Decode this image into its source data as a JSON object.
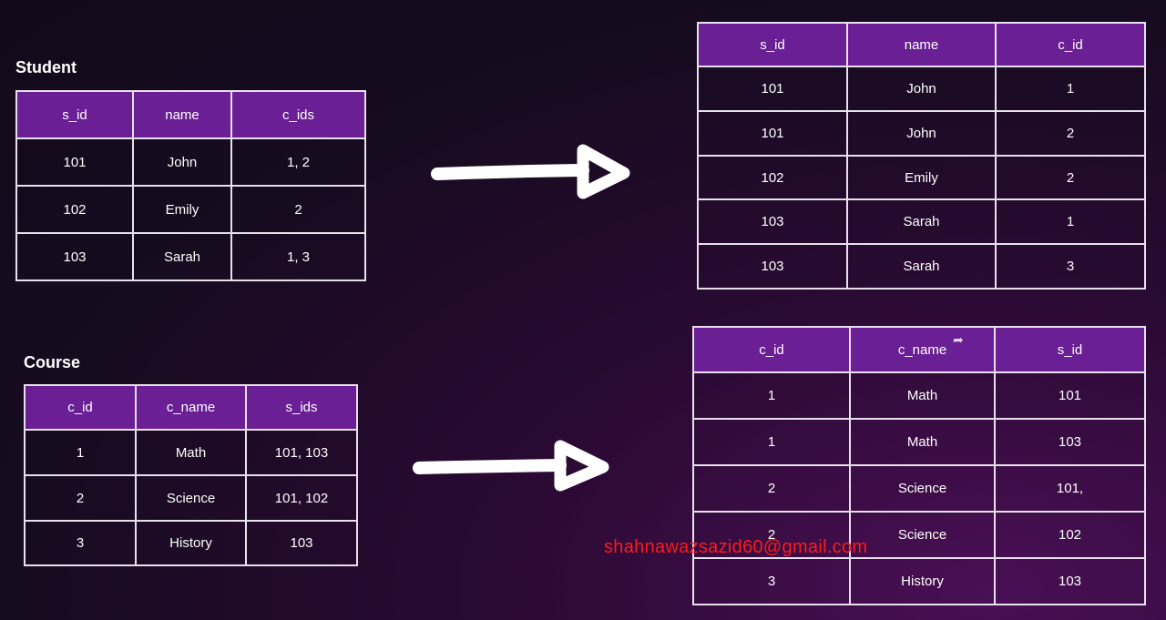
{
  "student": {
    "title": "Student",
    "headers": [
      "s_id",
      "name",
      "c_ids"
    ],
    "rows": [
      [
        "101",
        "John",
        "1, 2"
      ],
      [
        "102",
        "Emily",
        "2"
      ],
      [
        "103",
        "Sarah",
        "1, 3"
      ]
    ]
  },
  "course": {
    "title": "Course",
    "headers": [
      "c_id",
      "c_name",
      "s_ids"
    ],
    "rows": [
      [
        "1",
        "Math",
        "101, 103"
      ],
      [
        "2",
        "Science",
        "101, 102"
      ],
      [
        "3",
        "History",
        "103"
      ]
    ]
  },
  "student_normalized": {
    "headers": [
      "s_id",
      "name",
      "c_id"
    ],
    "rows": [
      [
        "101",
        "John",
        "1"
      ],
      [
        "101",
        "John",
        "2"
      ],
      [
        "102",
        "Emily",
        "2"
      ],
      [
        "103",
        "Sarah",
        "1"
      ],
      [
        "103",
        "Sarah",
        "3"
      ]
    ]
  },
  "course_normalized": {
    "headers": [
      "c_id",
      "c_name",
      "s_id"
    ],
    "rows": [
      [
        "1",
        "Math",
        "101"
      ],
      [
        "1",
        "Math",
        "103"
      ],
      [
        "2",
        "Science",
        "101,"
      ],
      [
        "2",
        "Science",
        "102"
      ],
      [
        "3",
        "History",
        "103"
      ]
    ]
  },
  "watermark": "shahnawazsazid60@gmail.com",
  "colors": {
    "header_bg": "#6a1f94",
    "border": "#e8e0ec",
    "watermark": "#ff1a1a"
  },
  "icons": {
    "arrow": "right-arrow-icon",
    "cursor": "move-cursor-icon"
  }
}
